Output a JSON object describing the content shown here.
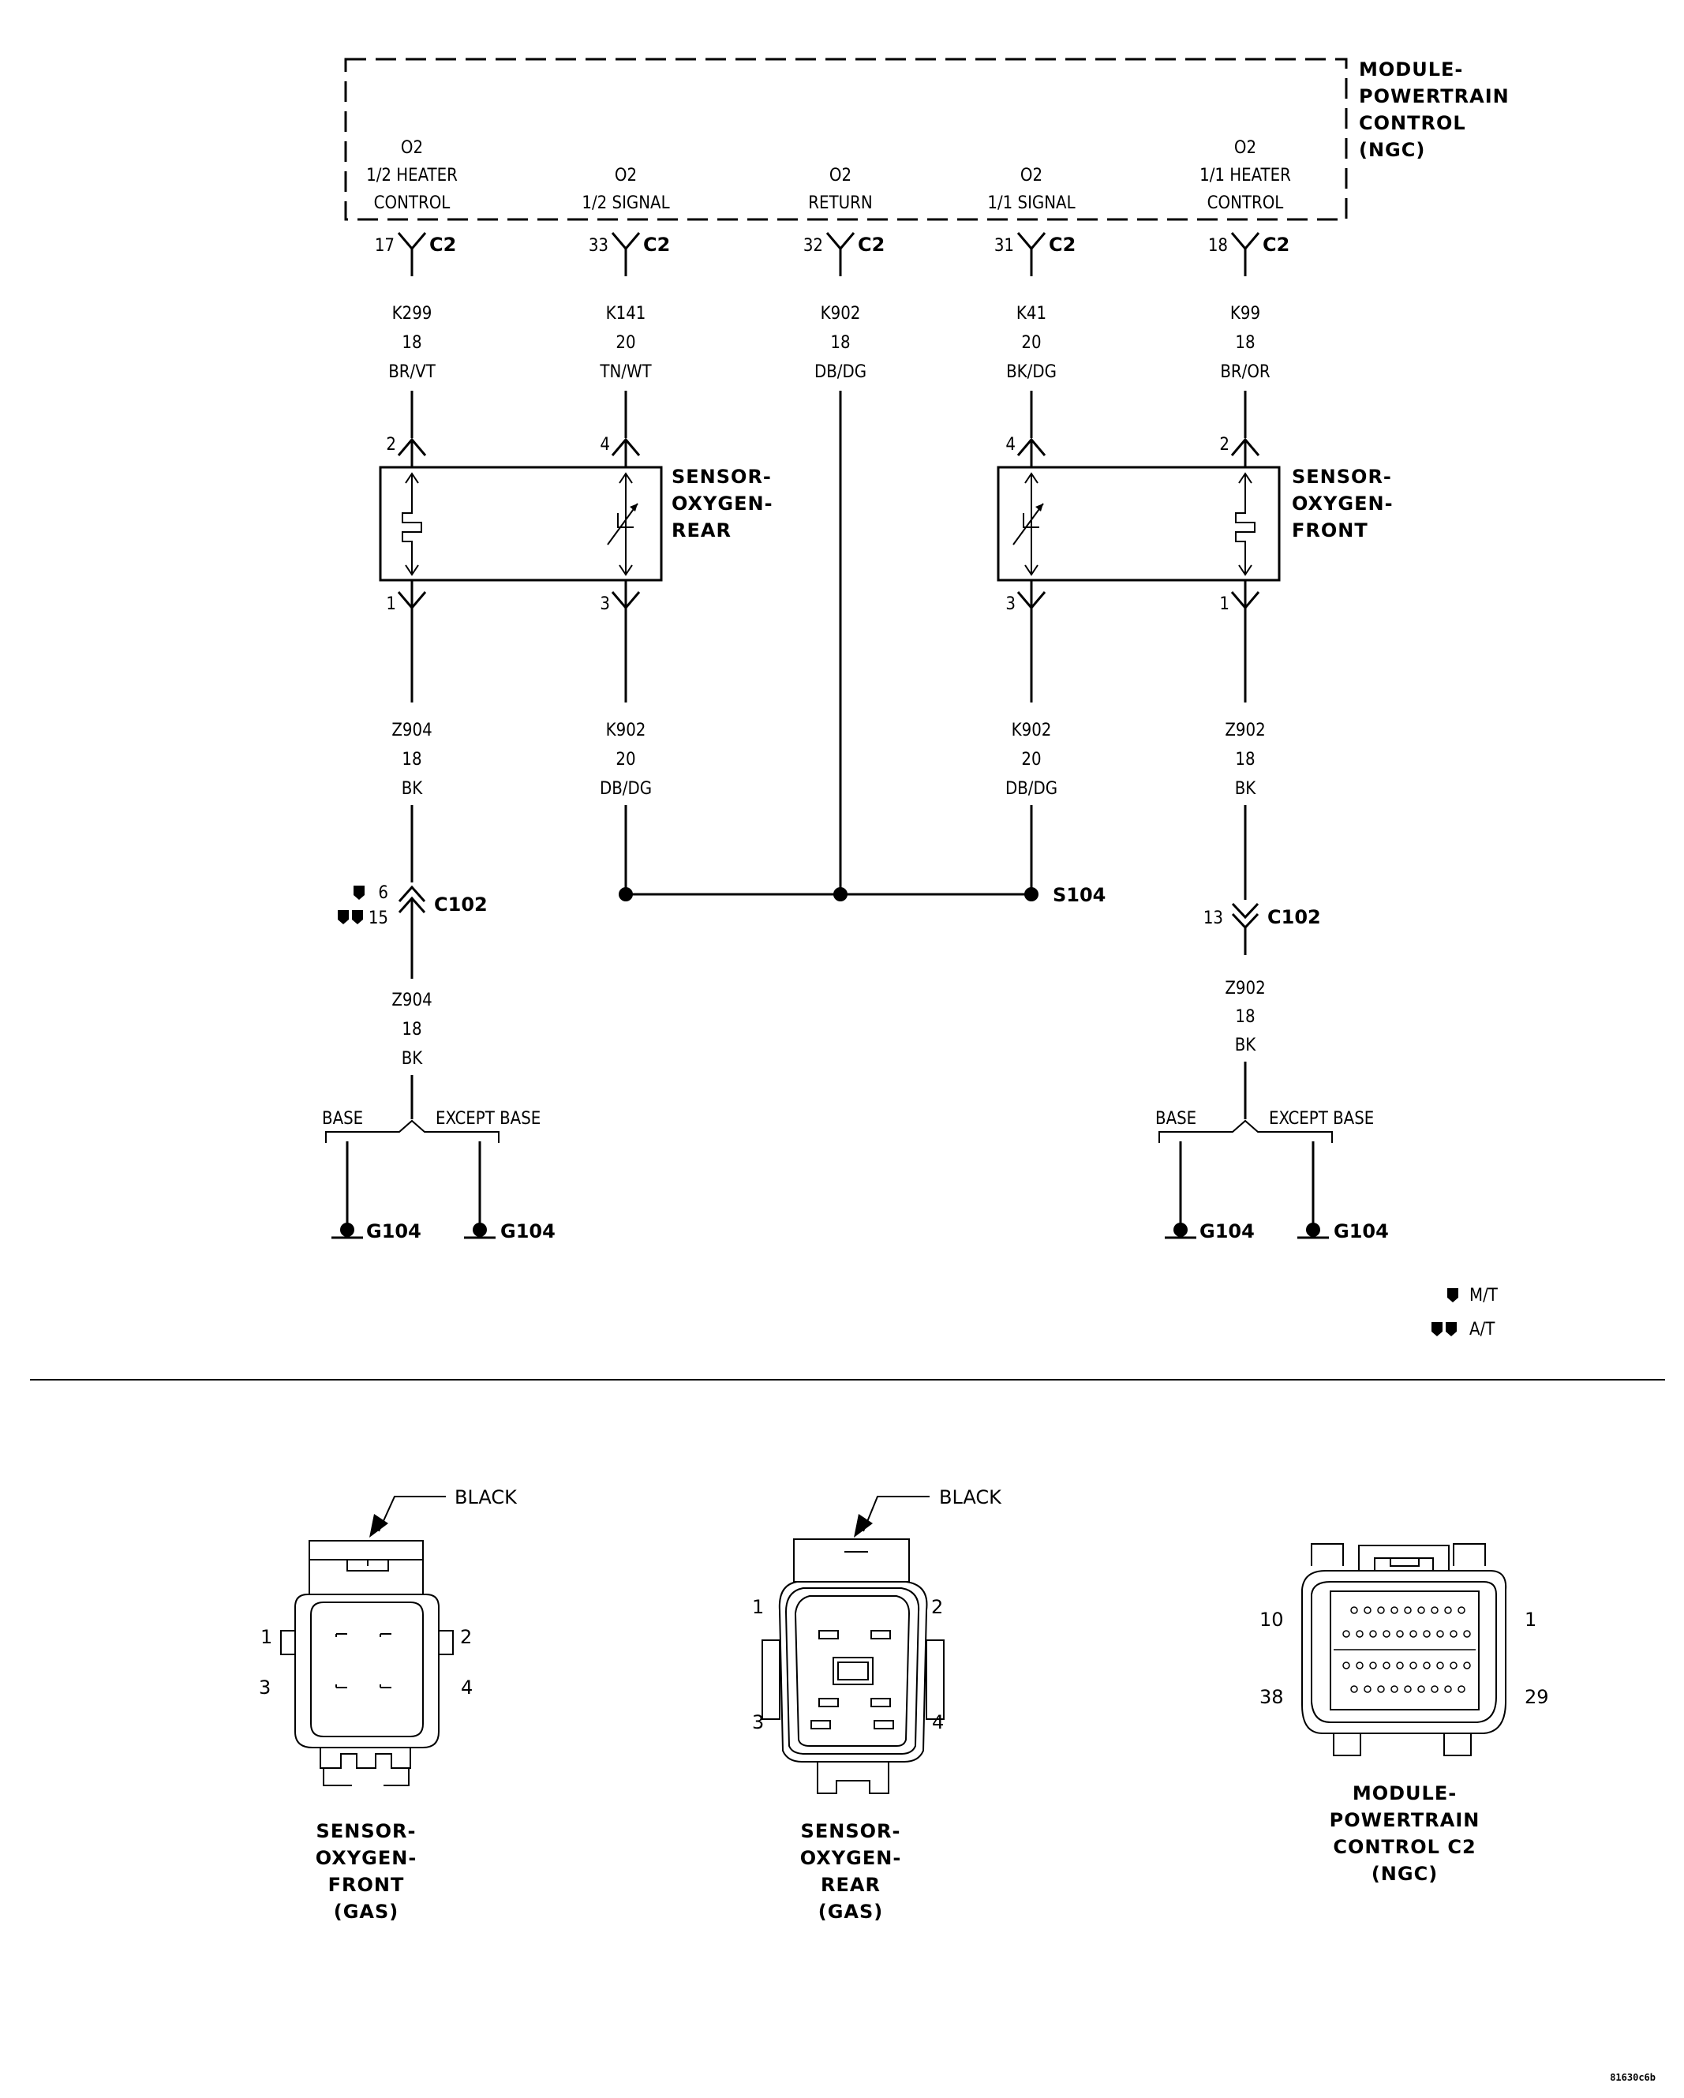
{
  "module": {
    "title_lines": [
      "MODULE-",
      "POWERTRAIN",
      "CONTROL",
      "(NGC)"
    ],
    "pins": [
      {
        "label": [
          "O2",
          "1/2 HEATER",
          "CONTROL"
        ],
        "pin": "17",
        "conn": "C2",
        "circuit": [
          "K299",
          "18",
          "BR/VT"
        ]
      },
      {
        "label": [
          "O2",
          "1/2 SIGNAL"
        ],
        "pin": "33",
        "conn": "C2",
        "circuit": [
          "K141",
          "20",
          "TN/WT"
        ]
      },
      {
        "label": [
          "O2",
          "RETURN"
        ],
        "pin": "32",
        "conn": "C2",
        "circuit": [
          "K902",
          "18",
          "DB/DG"
        ]
      },
      {
        "label": [
          "O2",
          "1/1 SIGNAL"
        ],
        "pin": "31",
        "conn": "C2",
        "circuit": [
          "K41",
          "20",
          "BK/DG"
        ]
      },
      {
        "label": [
          "O2",
          "1/1 HEATER",
          "CONTROL"
        ],
        "pin": "18",
        "conn": "C2",
        "circuit": [
          "K99",
          "18",
          "BR/OR"
        ]
      }
    ]
  },
  "sensors": {
    "rear": {
      "title_lines": [
        "SENSOR-",
        "OXYGEN-",
        "REAR"
      ],
      "top_pins": [
        "2",
        "4"
      ],
      "bottom_pins": [
        "1",
        "3"
      ],
      "below_circuits": [
        [
          "Z904",
          "18",
          "BK"
        ],
        [
          "K902",
          "20",
          "DB/DG"
        ]
      ]
    },
    "front": {
      "title_lines": [
        "SENSOR-",
        "OXYGEN-",
        "FRONT"
      ],
      "top_pins": [
        "4",
        "2"
      ],
      "bottom_pins": [
        "3",
        "1"
      ],
      "below_circuits": [
        [
          "K902",
          "20",
          "DB/DG"
        ],
        [
          "Z902",
          "18",
          "BK"
        ]
      ]
    }
  },
  "splice": "S104",
  "c102": {
    "left": {
      "label": "C102",
      "pin_mt": "6",
      "pin_at": "15",
      "circuit": [
        "Z904",
        "18",
        "BK"
      ]
    },
    "right": {
      "label": "C102",
      "pin": "13",
      "circuit": [
        "Z902",
        "18",
        "BK"
      ]
    }
  },
  "grounds": {
    "base_label": "BASE",
    "except_label": "EXCEPT BASE",
    "ground_label": "G104"
  },
  "legend": {
    "mt": "M/T",
    "at": "A/T"
  },
  "connectors": {
    "arrow_label": "BLACK",
    "front": {
      "title_lines": [
        "SENSOR-",
        "OXYGEN-",
        "FRONT",
        "(GAS)"
      ],
      "pins": [
        "1",
        "2",
        "3",
        "4"
      ]
    },
    "rear": {
      "title_lines": [
        "SENSOR-",
        "OXYGEN-",
        "REAR",
        "(GAS)"
      ],
      "pins": [
        "1",
        "2",
        "3",
        "4"
      ]
    },
    "pcm": {
      "title_lines": [
        "MODULE-",
        "POWERTRAIN",
        "CONTROL C2",
        "(NGC)"
      ],
      "pins": [
        "10",
        "1",
        "38",
        "29"
      ]
    }
  },
  "figure_id": "81630c6b"
}
